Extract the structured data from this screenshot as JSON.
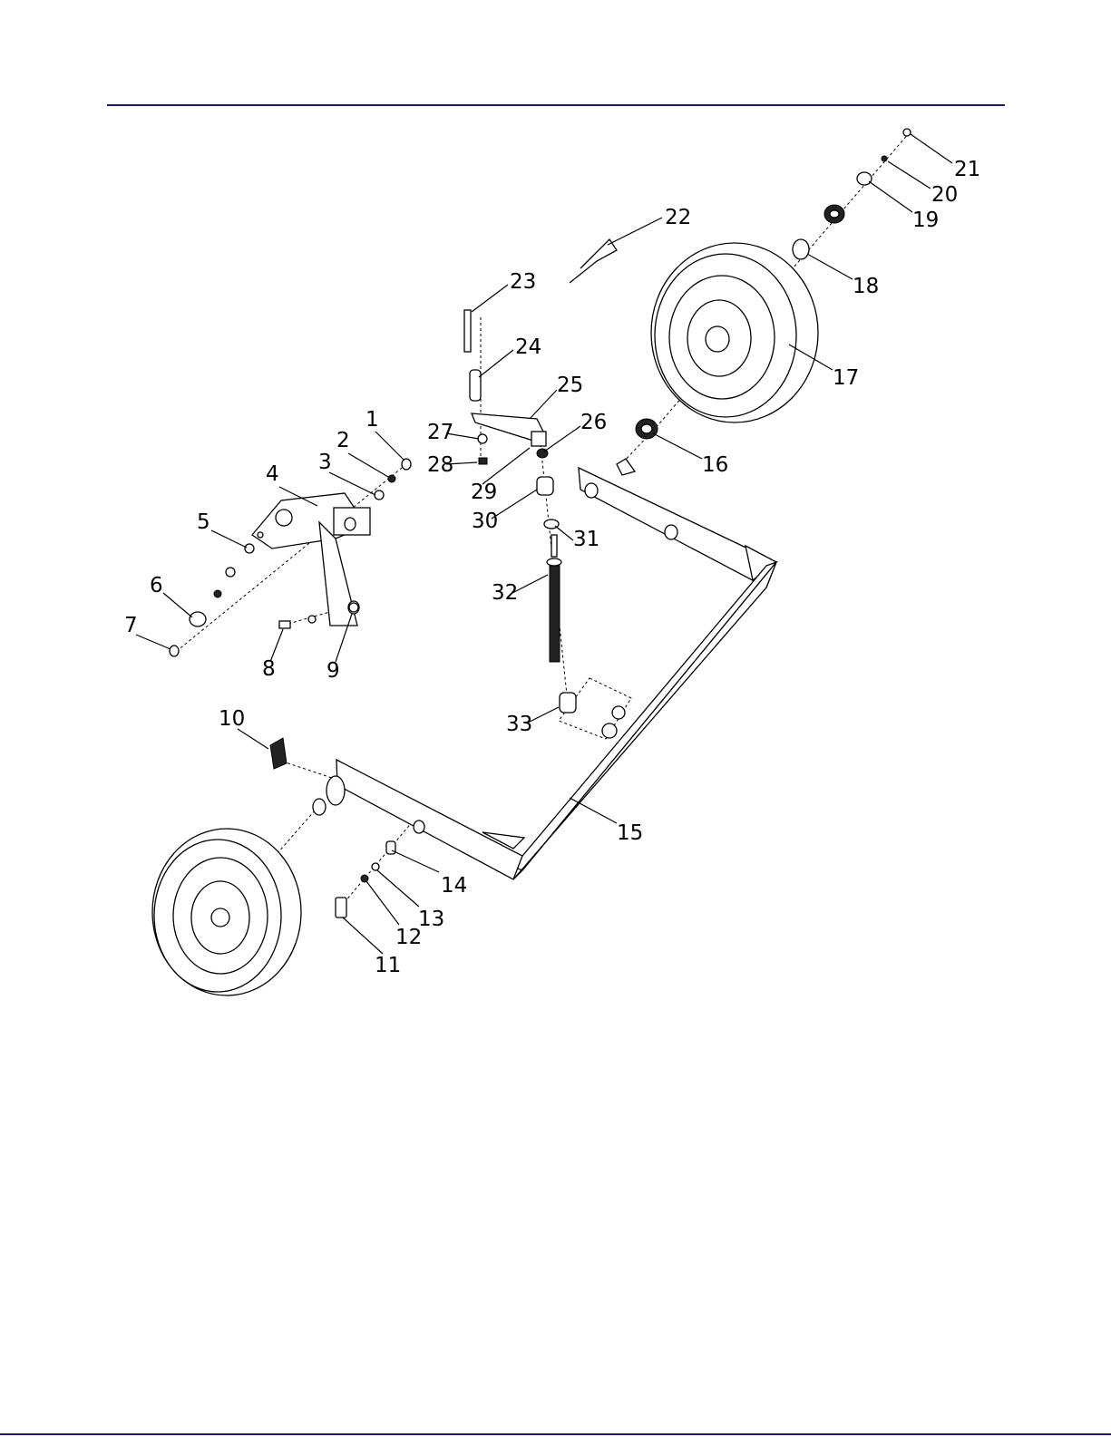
{
  "page": {
    "accent_color": "#1c1c5c"
  },
  "diagram": {
    "callouts": [
      "1",
      "2",
      "3",
      "4",
      "5",
      "6",
      "7",
      "8",
      "9",
      "10",
      "11",
      "12",
      "13",
      "14",
      "15",
      "16",
      "17",
      "18",
      "19",
      "20",
      "21",
      "22",
      "23",
      "24",
      "25",
      "26",
      "27",
      "28",
      "29",
      "30",
      "31",
      "32",
      "33"
    ]
  }
}
